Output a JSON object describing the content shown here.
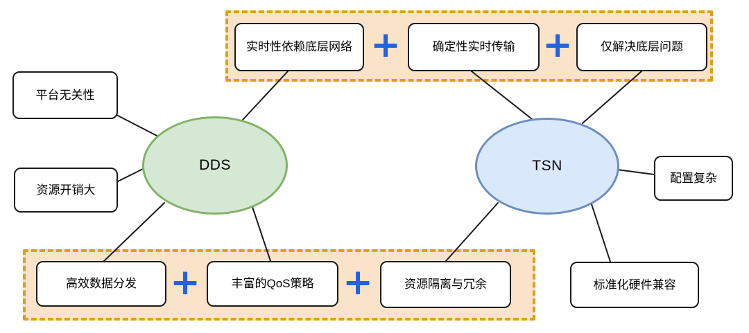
{
  "diagram": {
    "nodes": {
      "dds": "DDS",
      "tsn": "TSN"
    },
    "top_group": {
      "items": [
        "实时性依赖底层网络",
        "确定性实时传输",
        "仅解决底层问题"
      ]
    },
    "bottom_group": {
      "items": [
        "高效数据分发",
        "丰富的QoS策略",
        "资源隔离与冗余"
      ]
    },
    "side_labels": {
      "platform_independence": "平台无关性",
      "resource_overhead": "资源开销大",
      "config_complex": "配置复杂",
      "hardware_compat": "标准化硬件兼容"
    },
    "operators": {
      "plus": "+"
    },
    "colors": {
      "group_fill": "#fbe3c9",
      "group_border": "#dfa018",
      "dds_fill": "#d5e8d4",
      "dds_border": "#82b366",
      "tsn_fill": "#dae8fc",
      "tsn_border": "#6c8ebf",
      "plus_blue": "#2262e5",
      "box_border": "#1a1a1a"
    }
  }
}
